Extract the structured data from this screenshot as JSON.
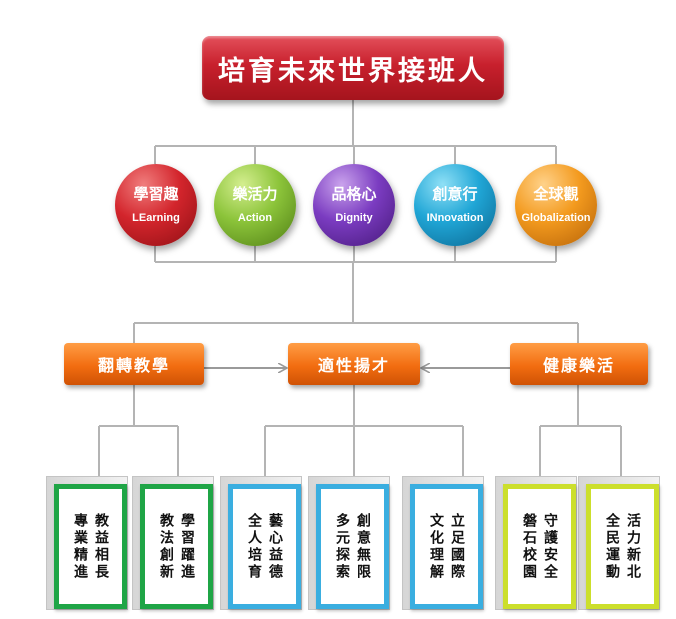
{
  "title": "培育未來世界接班人",
  "circles": [
    {
      "zh": "學習趣",
      "en": "LEarning"
    },
    {
      "zh": "樂活力",
      "en": "Action"
    },
    {
      "zh": "品格心",
      "en": "Dignity"
    },
    {
      "zh": "創意行",
      "en": "INnovation"
    },
    {
      "zh": "全球觀",
      "en": "Globalization"
    }
  ],
  "strategies": [
    "翻轉教學",
    "適性揚才",
    "健康樂活"
  ],
  "cards": [
    {
      "color": "green",
      "lines": [
        "教益相長",
        "專業精進"
      ]
    },
    {
      "color": "green",
      "lines": [
        "學習躍進",
        "教法創新"
      ]
    },
    {
      "color": "blue",
      "lines": [
        "藝心益德",
        "全人培育"
      ]
    },
    {
      "color": "blue",
      "lines": [
        "創意無限",
        "多元探索"
      ]
    },
    {
      "color": "blue",
      "lines": [
        "立足國際",
        "文化理解"
      ]
    },
    {
      "color": "yellow",
      "lines": [
        "守護安全",
        "磐石校園"
      ]
    },
    {
      "color": "yellow",
      "lines": [
        "活力新北",
        "全民運動"
      ]
    }
  ]
}
